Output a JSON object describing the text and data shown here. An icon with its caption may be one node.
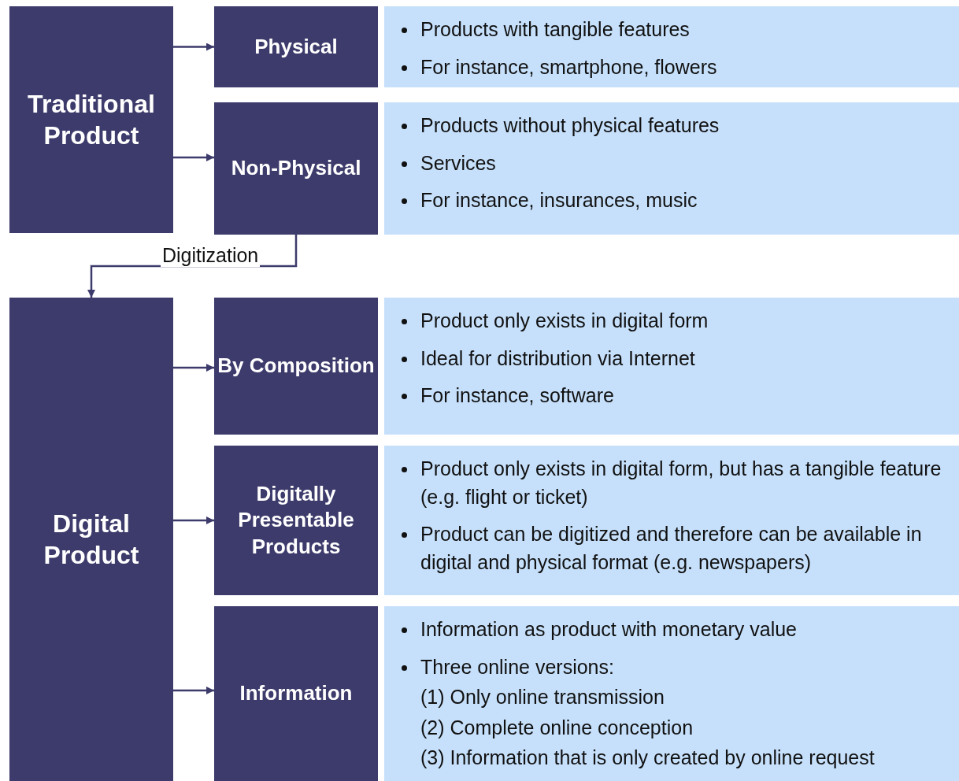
{
  "diagram": {
    "nodes": [
      {
        "text": [
          "Traditional Product"
        ]
      },
      {
        "text": [
          "Physical"
        ]
      },
      {
        "text": [
          "Products with tangible features",
          "For instance, smartphone, flowers"
        ]
      },
      {
        "text": [
          "Non-Physical"
        ]
      },
      {
        "text": [
          "Products without physical features",
          "Services",
          "For instance, insurances, music"
        ]
      },
      {
        "text": [
          "Digital Product"
        ]
      },
      {
        "text": [
          "By Composition"
        ]
      },
      {
        "text": [
          "Product only exists in digital form",
          "Ideal for distribution via Internet",
          "For instance, software"
        ]
      },
      {
        "text": [
          "Digitally Presentable Products"
        ]
      },
      {
        "text": [
          "Product only exists in digital form, but has a tangible feature (e.g. flight or ticket)",
          "Product can be digitized and therefore can be available in digital and physical format (e.g. newspapers)"
        ]
      },
      {
        "text": [
          "Information"
        ]
      },
      {
        "text": [
          "Information as product with monetary value",
          "Three online versions:",
          "(1) Only online transmission",
          "(2) Complete online conception",
          "(3) Information that is only created by online request"
        ]
      }
    ],
    "edges": [
      {
        "from": 0,
        "to": 1,
        "arrow": "to"
      },
      {
        "from": 0,
        "to": 3,
        "arrow": "to"
      },
      {
        "from": 3,
        "to": 5,
        "arrow": "to",
        "label": "Digitization"
      },
      {
        "from": 5,
        "to": 6,
        "arrow": "to"
      },
      {
        "from": 5,
        "to": 8,
        "arrow": "to"
      },
      {
        "from": 5,
        "to": 10,
        "arrow": "to"
      }
    ]
  }
}
